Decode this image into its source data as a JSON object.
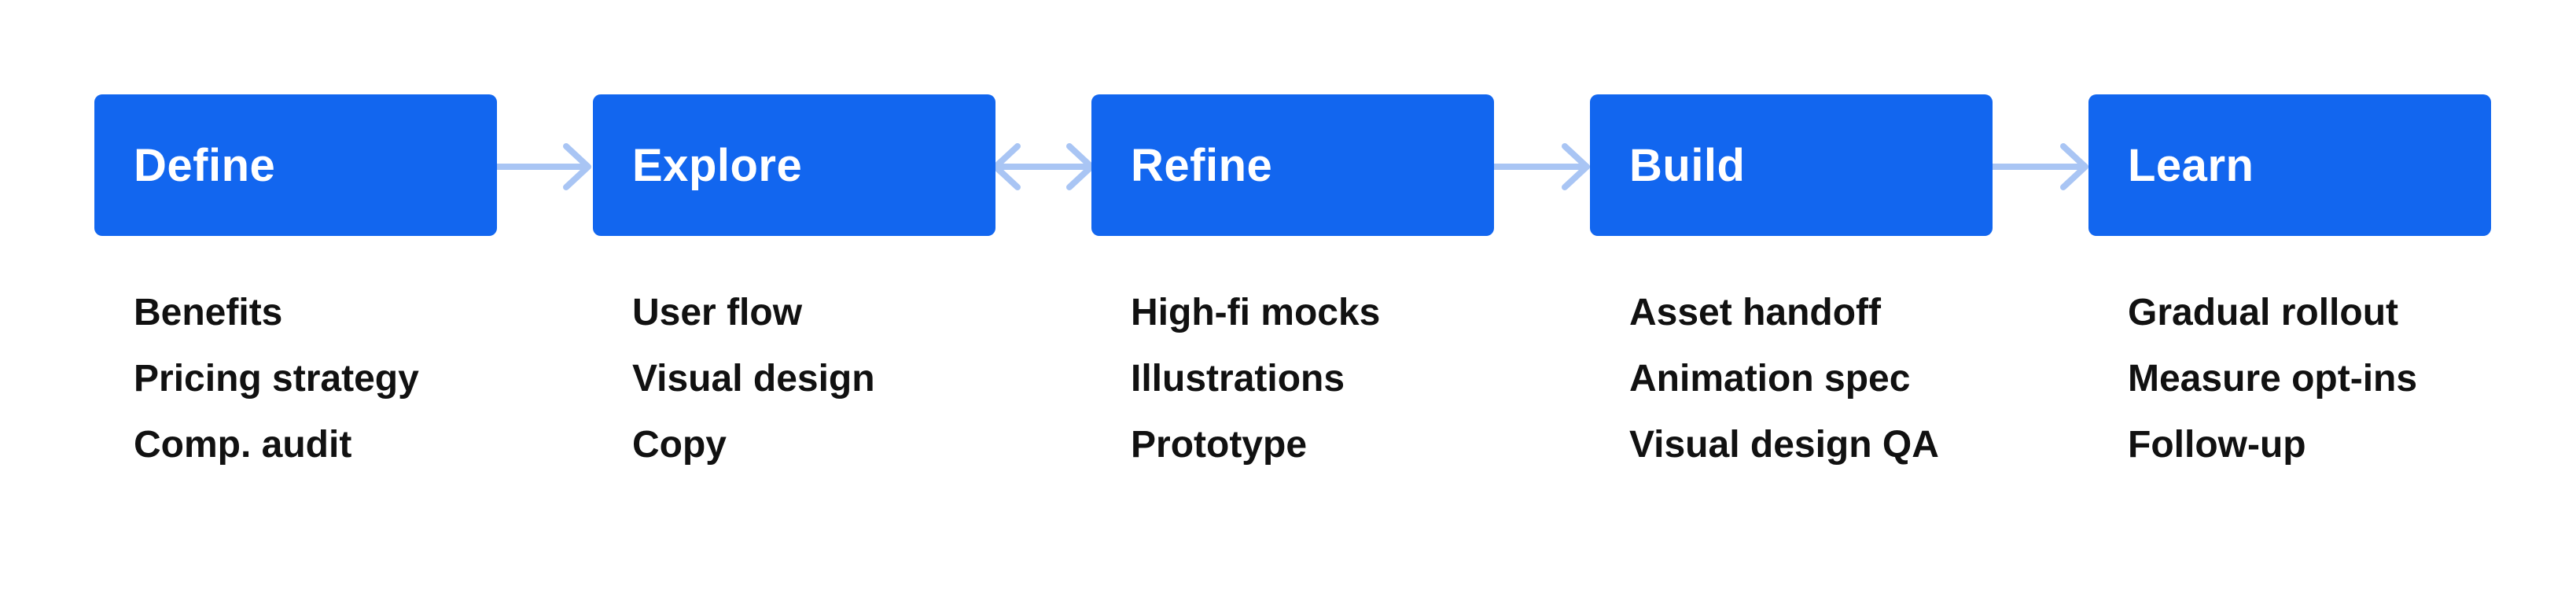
{
  "colors": {
    "stage_fill": "#1266ef",
    "stage_text": "#ffffff",
    "item_text": "#111111",
    "connector": "#a9c5f4"
  },
  "stages": [
    {
      "title": "Define",
      "items": [
        "Benefits",
        "Pricing strategy",
        "Comp. audit"
      ]
    },
    {
      "title": "Explore",
      "items": [
        "User flow",
        "Visual design",
        "Copy"
      ]
    },
    {
      "title": "Refine",
      "items": [
        "High-fi mocks",
        "Illustrations",
        "Prototype"
      ]
    },
    {
      "title": "Build",
      "items": [
        "Asset handoff",
        "Animation spec",
        "Visual design QA"
      ]
    },
    {
      "title": "Learn",
      "items": [
        "Gradual rollout",
        "Measure opt-ins",
        "Follow-up"
      ]
    }
  ],
  "connectors": [
    {
      "from": "Define",
      "to": "Explore",
      "direction": "forward"
    },
    {
      "from": "Explore",
      "to": "Refine",
      "direction": "both"
    },
    {
      "from": "Refine",
      "to": "Build",
      "direction": "forward"
    },
    {
      "from": "Build",
      "to": "Learn",
      "direction": "forward"
    }
  ]
}
